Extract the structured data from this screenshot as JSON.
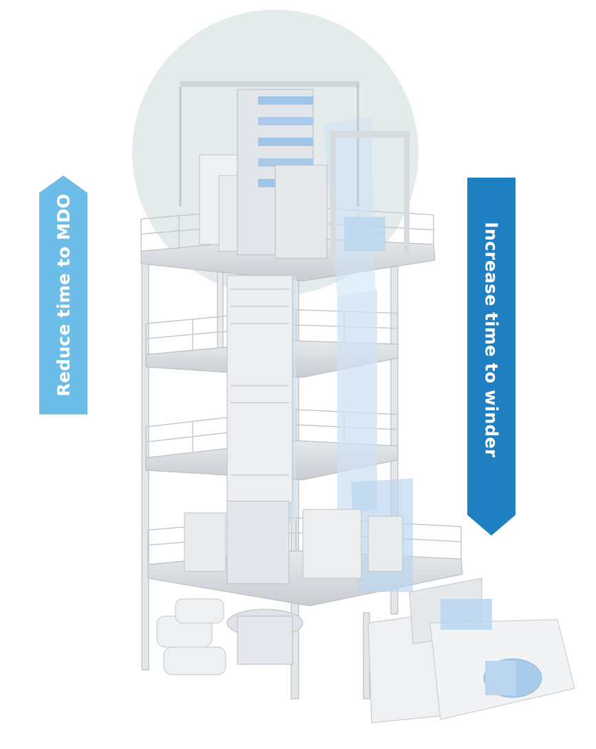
{
  "labels": {
    "reduce": "Reduce time to MDO",
    "increase": "Increase time to winder"
  },
  "colors": {
    "light_blue_arrow": "#6cbde8",
    "dark_blue_arrow": "#1e7fc1",
    "highlight_circle": "#dfe8e8",
    "film_blue": "#b9d6ee",
    "steel": "#dcdfe2",
    "steel_dark": "#b9bec3"
  },
  "icons": [
    "up-arrow-banner",
    "down-arrow-banner",
    "blown-film-line-illustration"
  ]
}
